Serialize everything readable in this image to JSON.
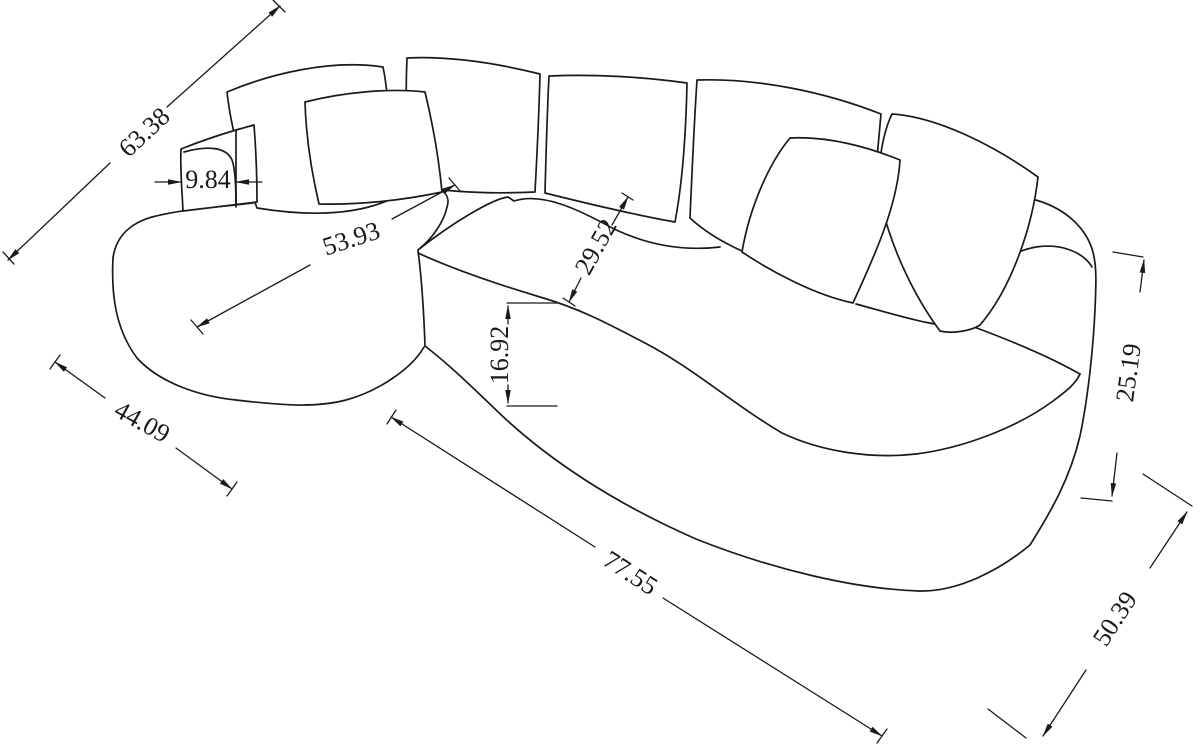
{
  "drawing": {
    "title": "sectional-sofa-dimension-diagram",
    "background_color": "#ffffff",
    "line_color": "#1a1a1a",
    "units_shown": false
  },
  "dims": {
    "back_diagonal": "63.38",
    "armrest_width": "9.84",
    "chaise_seat_diagonal": "53.93",
    "seat_depth": "29.52",
    "seat_front_height": "16.92",
    "chaise_width": "44.09",
    "front_length": "77.55",
    "right_arm_height": "25.19",
    "right_side_depth": "50.39"
  }
}
